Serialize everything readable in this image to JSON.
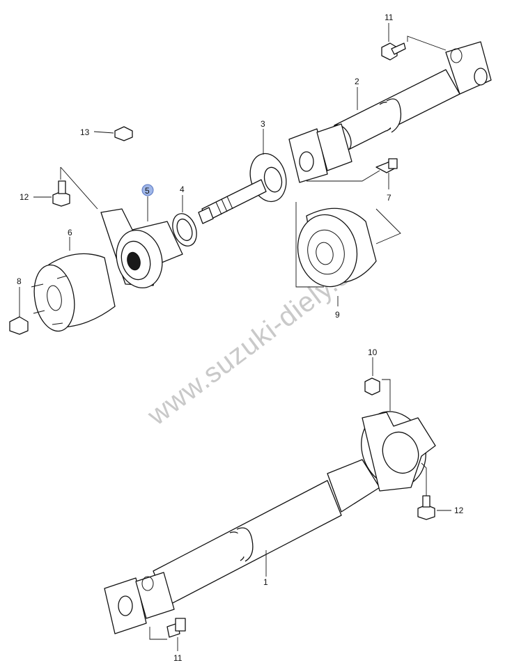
{
  "diagram": {
    "watermark": "www.suzuki-diely.sk",
    "highlight_color": "#9fb6e8",
    "callouts": [
      {
        "id": "c11a",
        "label": "11"
      },
      {
        "id": "c2",
        "label": "2"
      },
      {
        "id": "c13",
        "label": "13"
      },
      {
        "id": "c3",
        "label": "3"
      },
      {
        "id": "c12a",
        "label": "12"
      },
      {
        "id": "c5",
        "label": "5",
        "highlighted": true
      },
      {
        "id": "c4",
        "label": "4"
      },
      {
        "id": "c7",
        "label": "7"
      },
      {
        "id": "c6",
        "label": "6"
      },
      {
        "id": "c8",
        "label": "8"
      },
      {
        "id": "c9",
        "label": "9"
      },
      {
        "id": "c10",
        "label": "10"
      },
      {
        "id": "c12b",
        "label": "12"
      },
      {
        "id": "c1",
        "label": "1"
      },
      {
        "id": "c11b",
        "label": "11"
      }
    ]
  }
}
